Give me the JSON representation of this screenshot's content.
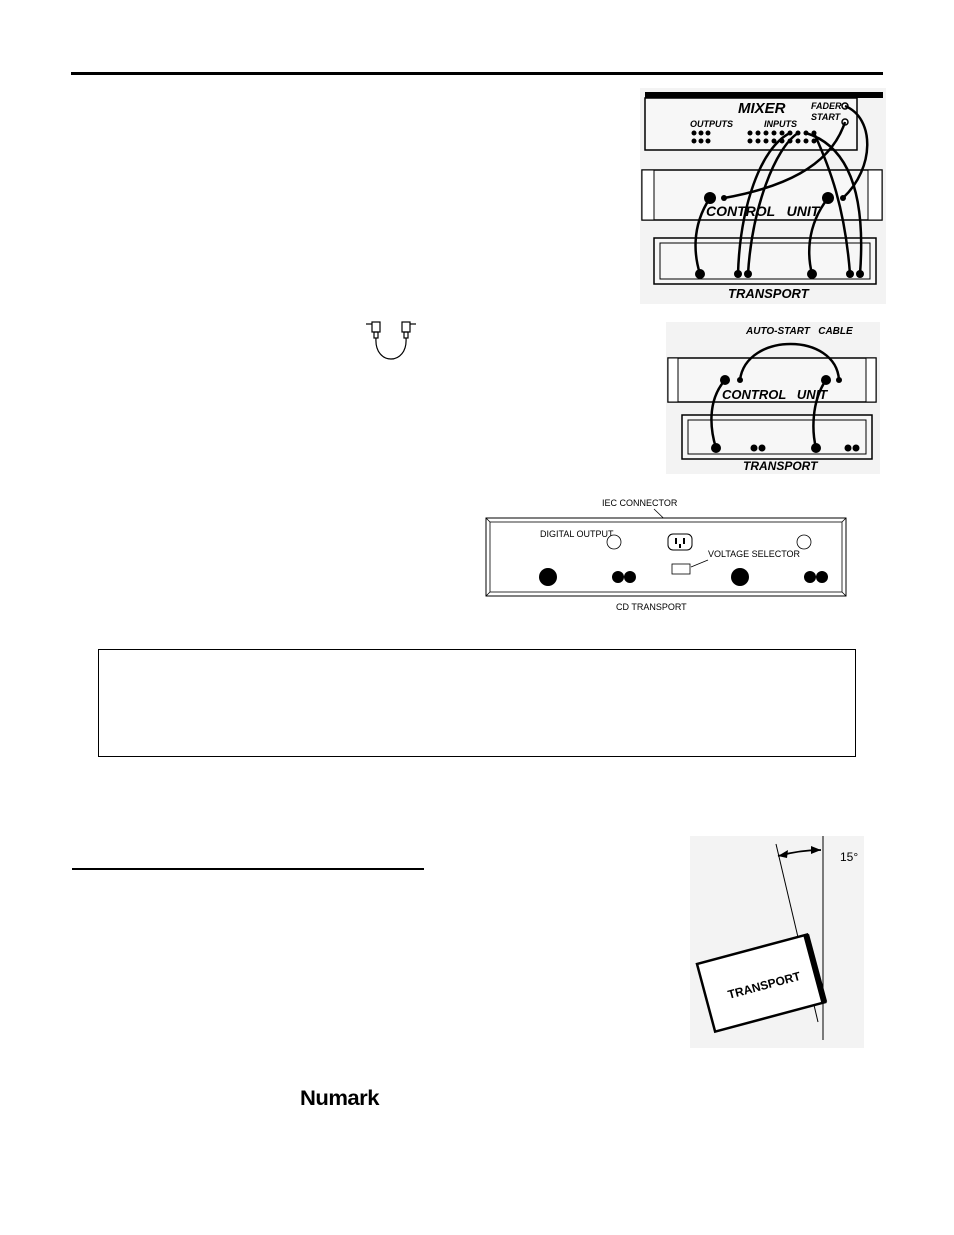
{
  "diagram_mixer": {
    "mixer_label": "MIXER",
    "fader_label": "FADER",
    "start_label": "START",
    "outputs_label": "OUTPUTS",
    "inputs_label": "INPUTS",
    "control_unit_label": "CONTROL   UNIT",
    "transport_label": "TRANSPORT"
  },
  "diagram_autostart": {
    "cable_label": "AUTO-START   CABLE",
    "control_unit_label": "CONTROL   UNIT",
    "transport_label": "TRANSPORT"
  },
  "diagram_rear_panel": {
    "iec_label": "IEC CONNECTOR",
    "digital_output_label": "DIGITAL OUTPUT",
    "voltage_selector_label": "VOLTAGE SELECTOR",
    "caption": "CD TRANSPORT"
  },
  "diagram_tilt": {
    "angle_label": "15°",
    "transport_label": "TRANSPORT"
  },
  "footer": {
    "logo_text": "Numark"
  }
}
